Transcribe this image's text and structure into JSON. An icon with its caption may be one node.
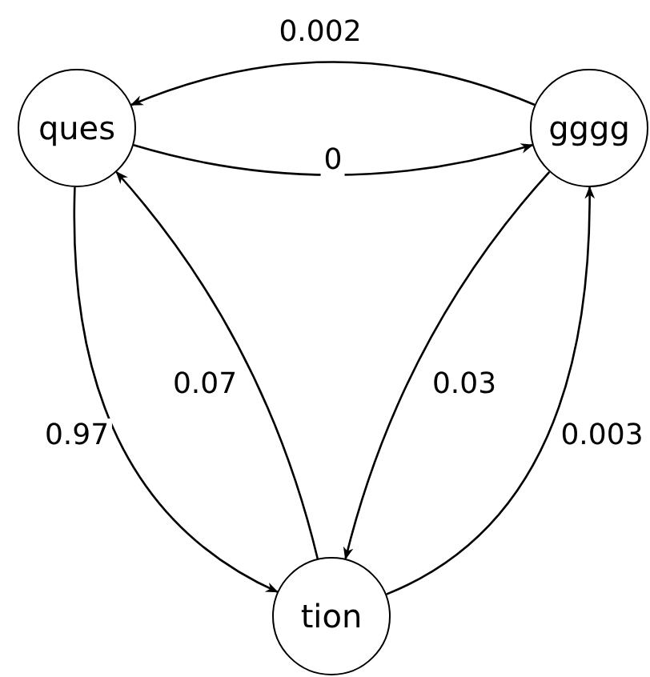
{
  "diagram": {
    "nodes": [
      {
        "text": [
          "ques"
        ]
      },
      {
        "text": [
          "gggg"
        ]
      },
      {
        "text": [
          "tion"
        ]
      }
    ],
    "edges": [
      {
        "from": 1,
        "to": 0,
        "arrow": "to",
        "label": "0.002"
      },
      {
        "from": 0,
        "to": 1,
        "arrow": "to",
        "label": "0"
      },
      {
        "from": 0,
        "to": 2,
        "arrow": "to",
        "label": "0.97"
      },
      {
        "from": 2,
        "to": 0,
        "arrow": "to",
        "label": "0.07"
      },
      {
        "from": 1,
        "to": 2,
        "arrow": "to",
        "label": "0.03"
      },
      {
        "from": 2,
        "to": 1,
        "arrow": "to",
        "label": "0.003"
      }
    ]
  }
}
